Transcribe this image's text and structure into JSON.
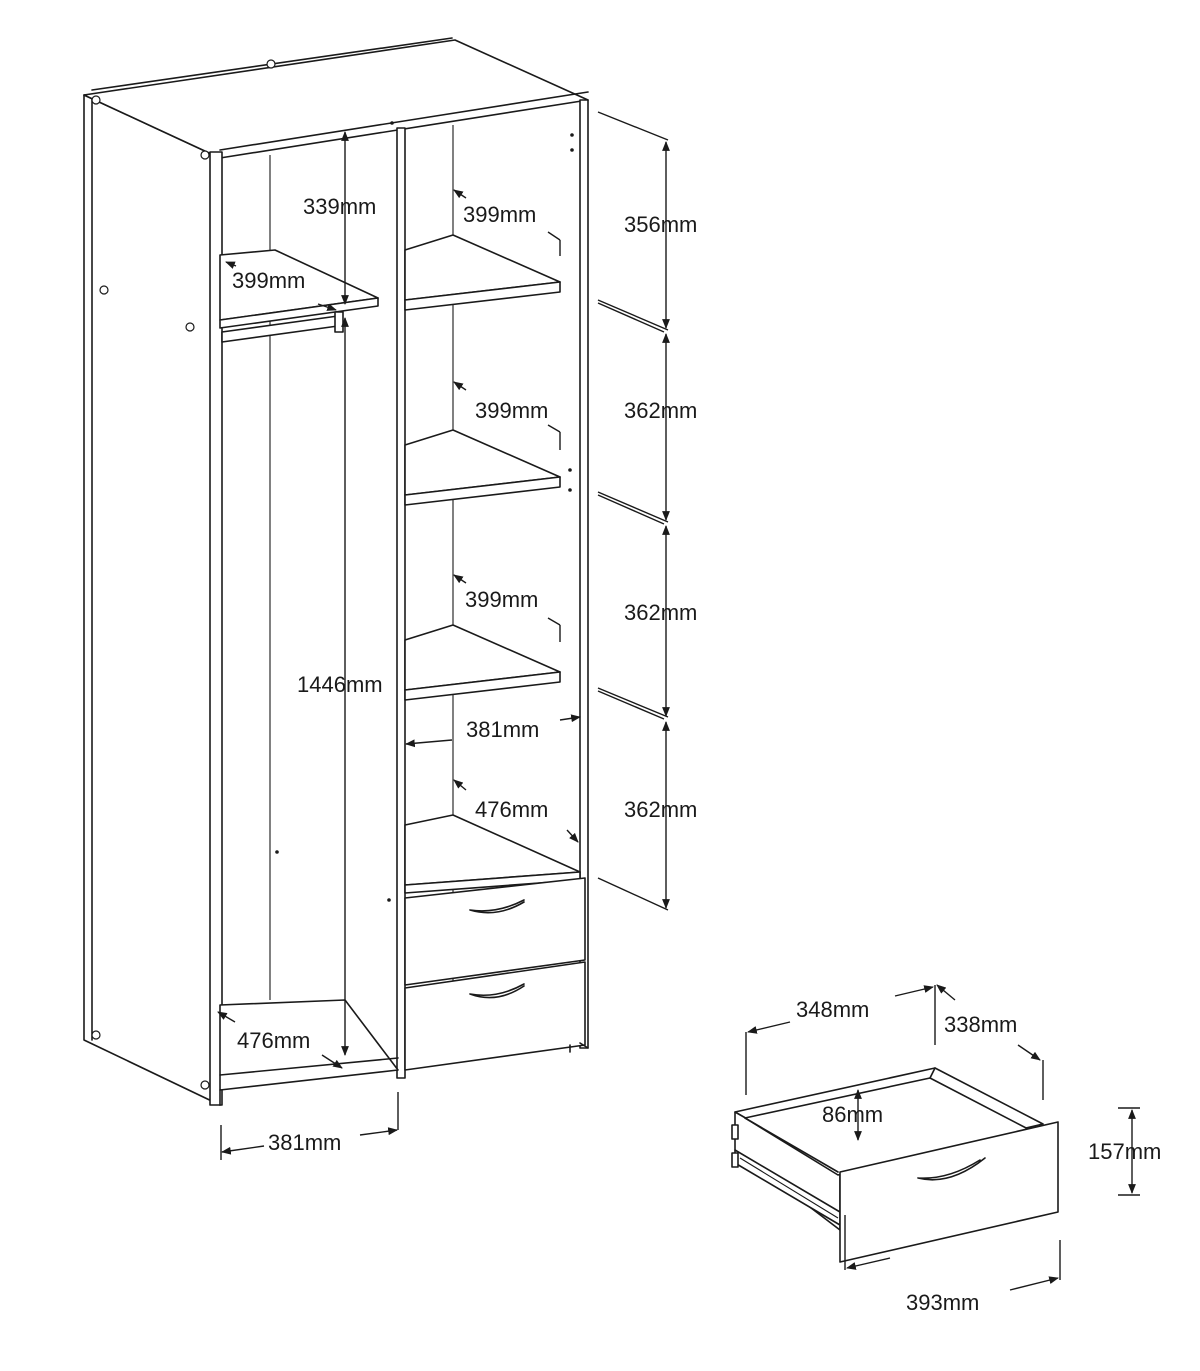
{
  "wardrobe": {
    "top_compartment_height": "339mm",
    "top_shelf_depth": "399mm",
    "hanging_height": "1446mm",
    "hanging_floor_depth": "476mm",
    "hanging_width": "381mm",
    "shelf_1_depth": "399mm",
    "shelf_2_depth": "399mm",
    "shelf_3_depth": "399mm",
    "right_inner_width": "381mm",
    "lower_shelf_depth": "476mm",
    "right_heights": [
      "356mm",
      "362mm",
      "362mm",
      "362mm"
    ]
  },
  "drawer": {
    "inner_width": "348mm",
    "depth": "338mm",
    "inner_height": "86mm",
    "front_height": "157mm",
    "front_width": "393mm"
  }
}
